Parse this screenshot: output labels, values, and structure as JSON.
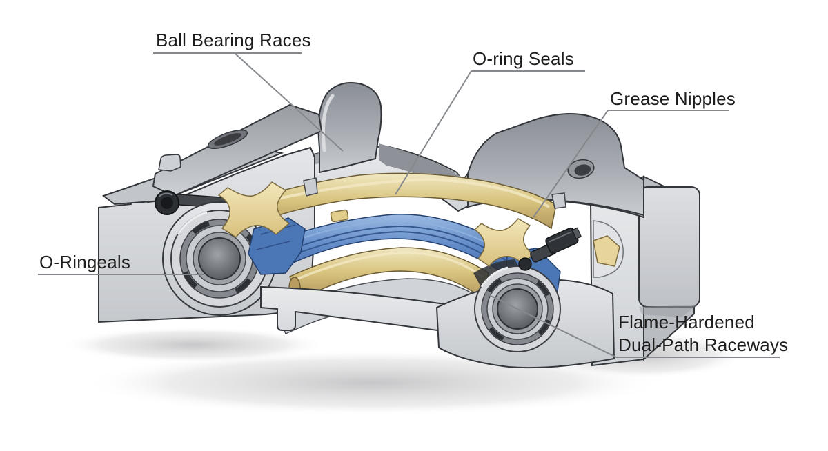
{
  "figure": {
    "background_color": "#ffffff",
    "callouts": {
      "ball_bearing_races": {
        "text": "Ball Bearing Races"
      },
      "o_ring_seals": {
        "text": "O-ring Seals"
      },
      "grease_nipples": {
        "text": "Grease Nipples"
      },
      "o_ringeals": {
        "text": "O-Ringeals"
      },
      "flame_hardened": {
        "line1": "Flame-Hardened",
        "line2": "Dual-Path Raceways"
      }
    },
    "colors": {
      "housing_light": "#d5d7da",
      "housing_dark": "#8f939a",
      "gold_ring": "#d9c580",
      "pale_yellow_seal": "#ecdca4",
      "blue_ring": "#5f89c6",
      "leader_line": "#85888c",
      "label_text": "#1d1d1d",
      "outline": "#33363b"
    }
  }
}
